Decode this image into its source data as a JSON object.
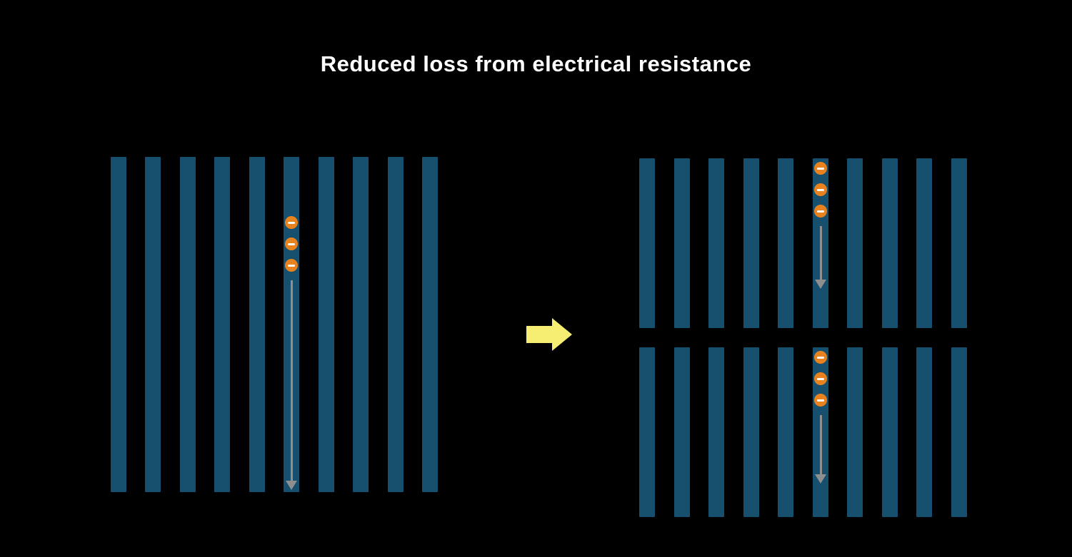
{
  "title": "Reduced loss from electrical resistance",
  "colors": {
    "background": "#000000",
    "cell_bar": "#16506E",
    "electron_fill": "#E8821E",
    "electron_minus": "#FFFFFF",
    "flow_arrow": "#8F8F8F",
    "transform_arrow": "#F6EE73"
  },
  "icons": {
    "electron": "minus-in-circle",
    "flow_arrow": "arrow-down",
    "transform_arrow": "arrow-right"
  },
  "left_diagram": {
    "bar_count": 10,
    "electron_count": 3,
    "electron_bar_index": 6
  },
  "right_diagram": {
    "groups": [
      {
        "bar_count": 10,
        "electron_count": 3,
        "electron_bar_index": 6
      },
      {
        "bar_count": 10,
        "electron_count": 3,
        "electron_bar_index": 6
      }
    ]
  }
}
